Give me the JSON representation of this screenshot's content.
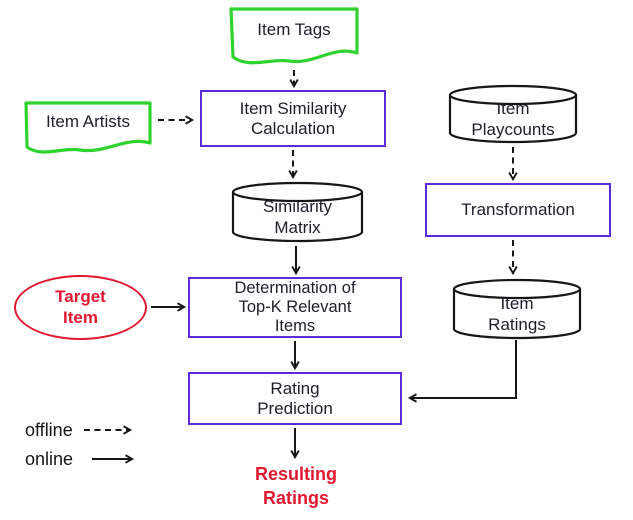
{
  "diagram": {
    "type": "flowchart",
    "nodes": {
      "item_tags": {
        "shape": "document",
        "label_lines": [
          "Item Tags"
        ]
      },
      "item_artists": {
        "shape": "document",
        "label_lines": [
          "Item Artists"
        ]
      },
      "item_similarity": {
        "shape": "process",
        "label_lines": [
          "Item Similarity",
          "Calculation"
        ]
      },
      "item_playcounts": {
        "shape": "datastore",
        "label_lines": [
          "Item",
          "Playcounts"
        ]
      },
      "similarity_matrix": {
        "shape": "datastore",
        "label_lines": [
          "Similarity",
          "Matrix"
        ]
      },
      "transformation": {
        "shape": "process",
        "label_lines": [
          "Transformation"
        ]
      },
      "determination": {
        "shape": "process",
        "label_lines": [
          "Determination of",
          "Top-K Relevant",
          "Items"
        ]
      },
      "target_item": {
        "shape": "ellipse",
        "label_lines": [
          "Target",
          "Item"
        ]
      },
      "item_ratings": {
        "shape": "datastore",
        "label_lines": [
          "Item",
          "Ratings"
        ]
      },
      "rating_prediction": {
        "shape": "process",
        "label_lines": [
          "Rating",
          "Prediction"
        ]
      },
      "resulting_ratings": {
        "shape": "text",
        "label_lines": [
          "Resulting",
          "Ratings"
        ]
      }
    },
    "edges": [
      {
        "from": "Item Tags",
        "to": "Item Similarity Calculation",
        "mode": "offline"
      },
      {
        "from": "Item Artists",
        "to": "Item Similarity Calculation",
        "mode": "offline"
      },
      {
        "from": "Item Similarity Calculation",
        "to": "Similarity Matrix",
        "mode": "offline"
      },
      {
        "from": "Item Playcounts",
        "to": "Transformation",
        "mode": "offline"
      },
      {
        "from": "Transformation",
        "to": "Item Ratings",
        "mode": "offline"
      },
      {
        "from": "Similarity Matrix",
        "to": "Determination of Top-K Relevant Items",
        "mode": "online"
      },
      {
        "from": "Target Item",
        "to": "Determination of Top-K Relevant Items",
        "mode": "online"
      },
      {
        "from": "Determination of Top-K Relevant Items",
        "to": "Rating Prediction",
        "mode": "online"
      },
      {
        "from": "Item Ratings",
        "to": "Rating Prediction",
        "mode": "online"
      },
      {
        "from": "Rating Prediction",
        "to": "Resulting Ratings",
        "mode": "online"
      }
    ],
    "legend": {
      "offline_label": "offline",
      "online_label": "online"
    },
    "colors": {
      "process_border": "#5b2cd9",
      "document_border": "#2fd32f",
      "highlight_red": "#e1182f",
      "line_black": "#161616",
      "text_dark": "#1e1e28",
      "background": "#ffffff"
    }
  }
}
